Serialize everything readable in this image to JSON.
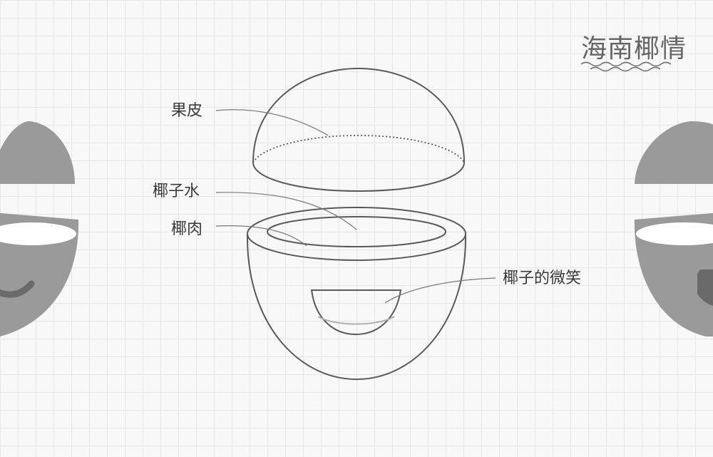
{
  "logo": {
    "text": "海南椰情"
  },
  "labels": {
    "peel": "果皮",
    "coconut_water": "椰子水",
    "coconut_meat": "椰肉",
    "coconut_smile": "椰子的微笑"
  },
  "colors": {
    "background": "#f8f8f8",
    "grid": "#e6e6e6",
    "outline": "#5a5a5a",
    "side_fill": "#9a9a9a",
    "side_dark": "#6a6a6a",
    "side_inner": "#ffffff"
  }
}
